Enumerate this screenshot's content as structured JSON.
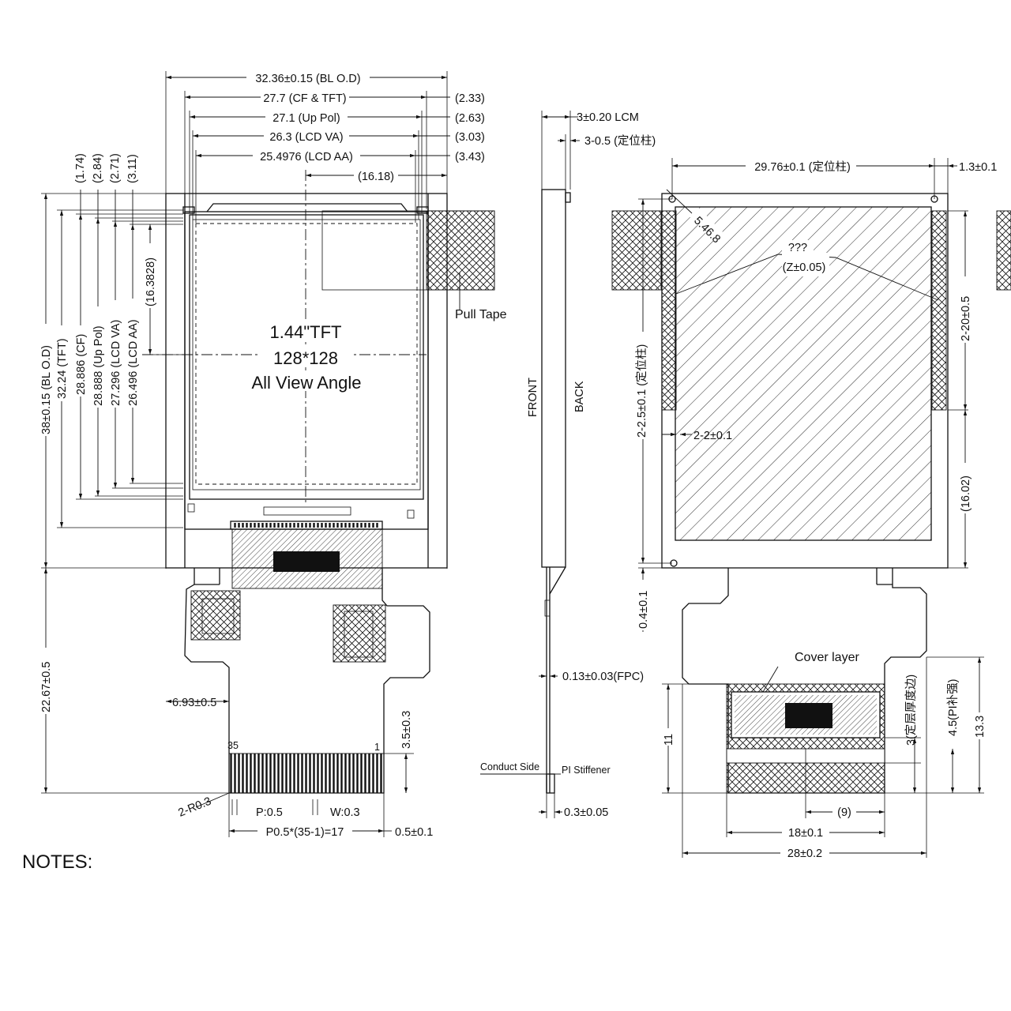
{
  "front": {
    "top_dims": [
      "32.36±0.15 (BL O.D)",
      "27.7 (CF & TFT)",
      "27.1 (Up Pol)",
      "26.3 (LCD VA)",
      "25.4976 (LCD AA)",
      "(16.18)"
    ],
    "top_offsets": [
      "(2.33)",
      "(2.63)",
      "(3.03)",
      "(3.43)"
    ],
    "top_left_offsets": [
      "(1.74)",
      "(2.84)",
      "(2.71)",
      "(3.11)"
    ],
    "left_dims": [
      "38±0.15 (BL O.D)",
      "32.24 (TFT)",
      "28.886 (CF)",
      "28.888 (Up Pol)",
      "27.296 (LCD VA)",
      "26.496 (LCD AA)",
      "(16.3828)"
    ],
    "label_lines": [
      "1.44\"TFT",
      "128*128",
      "All View Angle"
    ],
    "pull_tape": "Pull Tape",
    "fpc_len": "22.67±0.5",
    "fpc_offset": "6.93±0.5",
    "pin_len": "3.5±0.3",
    "pin_first": "35",
    "pin_last": "1",
    "corner_r": "2-R0.3",
    "pitch": "P:0.5",
    "width": "W:0.3",
    "pitch_total": "P0.5*(35-1)=17",
    "edge": "0.5±0.1"
  },
  "side": {
    "lcm": "3±0.20 LCM",
    "post": "3-0.5 (定位柱)",
    "front_label": "FRONT",
    "back_label": "BACK",
    "fpc": "0.13±0.03(FPC)",
    "conduct_side": "Conduct Side",
    "pi_stiffener": "PI Stiffener",
    "stiffener_t": "0.3±0.05"
  },
  "back": {
    "post_span": "29.76±0.1 (定位柱)",
    "post_edge": "1.3±0.1",
    "diag_label": "5.46.8",
    "question": "???",
    "tol": "(Z±0.05)",
    "right_20": "2-20±0.5",
    "left_25": "2-2.5±0.1 (定位柱)",
    "left_2": "2-2±0.1",
    "right_1602": "(16.02)",
    "left_04": "0.4±0.1",
    "cover_layer": "Cover layer",
    "dim_11": "11",
    "dim_3": "3(定层厚度边)",
    "dim_45": "4.5(PI补强)",
    "dim_133": "13.3",
    "dim_9": "(9)",
    "dim_18": "18±0.1",
    "dim_28": "28±0.2"
  },
  "notes": "NOTES:"
}
